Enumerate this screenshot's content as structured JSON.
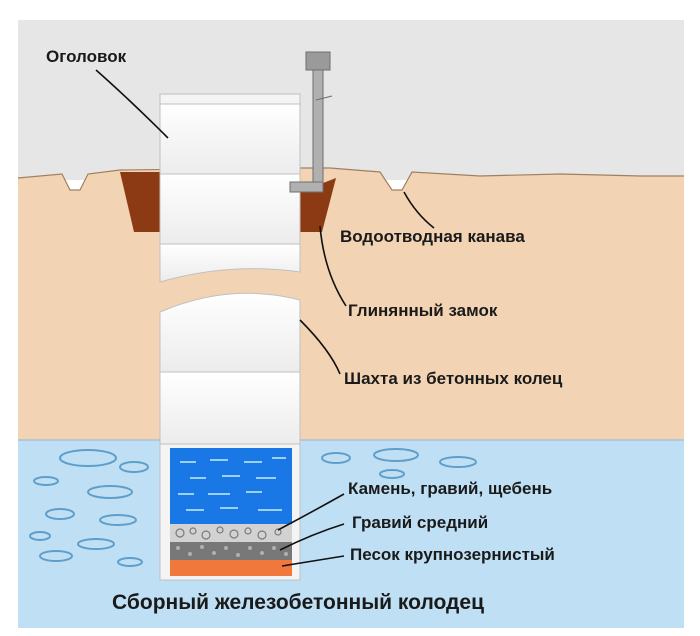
{
  "labels": {
    "header": "Оголовок",
    "drainage_ditch": "Водоотводная канава",
    "clay_lock": "Глинянный замок",
    "shaft": "Шахта из бетонных колец",
    "stone_gravel": "Камень, гравий, щебень",
    "gravel_medium": "Гравий средний",
    "sand_coarse": "Песок крупнозернистый"
  },
  "caption": "Сборный железобетонный колодец",
  "colors": {
    "sky": "#e6e6e6",
    "soil": "#f2d4b4",
    "clay": "#8b3a14",
    "aquifer": "#bfe0f4",
    "water": "#1a78e6",
    "ring": "#f4f4f4",
    "ring_edge": "#c0c0c0",
    "stone": "#d2d2d2",
    "gravel": "#787878",
    "sand": "#f0783c",
    "pipe": "#9a9a9a"
  }
}
